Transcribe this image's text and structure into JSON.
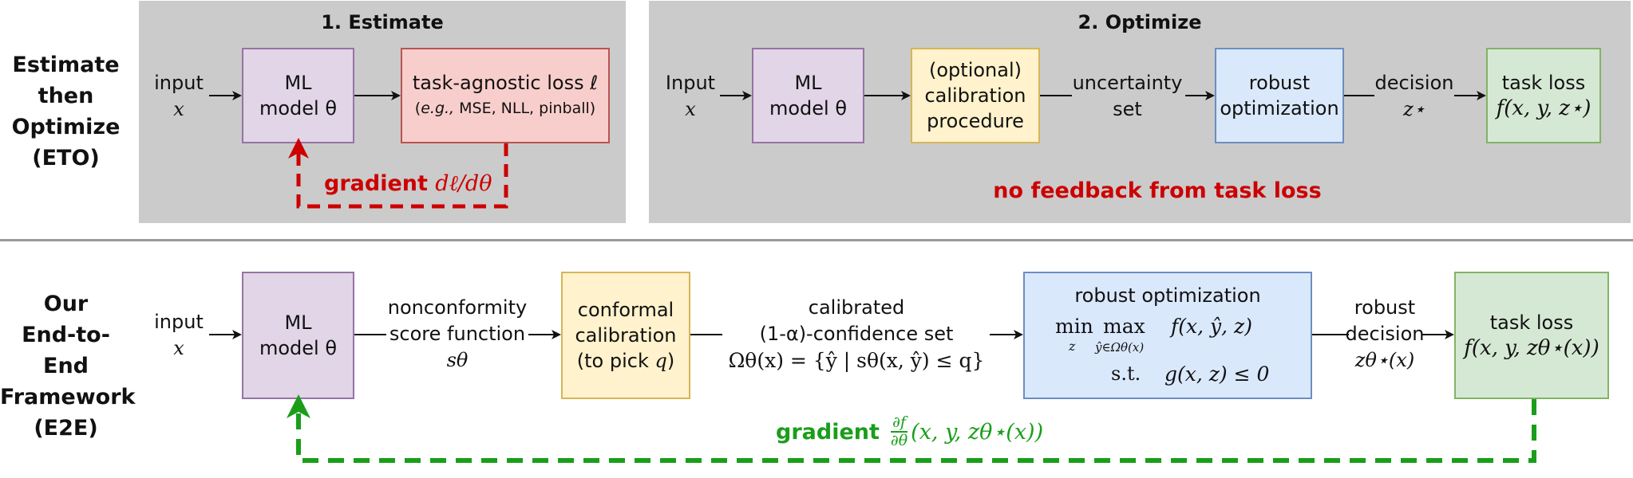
{
  "eto": {
    "row_title": [
      "Estimate",
      "then",
      "Optimize",
      "(ETO)"
    ],
    "estimate_panel": {
      "title": "1. Estimate",
      "input_label": "input",
      "input_var": "x",
      "ml_model_line1": "ML",
      "ml_model_line2": "model θ",
      "loss_line1": "task-agnostic loss ℓ",
      "loss_line2_eg": "e.g.,",
      "loss_line2_rest": " MSE, NLL, pinball)",
      "gradient_text": "gradient ",
      "gradient_math": "dℓ/dθ"
    },
    "optimize_panel": {
      "title": "2. Optimize",
      "input_label": "Input",
      "input_var": "x",
      "ml_model_line1": "ML",
      "ml_model_line2": "model θ",
      "calibration_lines": [
        "(optional)",
        "calibration",
        "procedure"
      ],
      "uncertainty_lines": [
        "uncertainty",
        "set"
      ],
      "robust_lines": [
        "robust",
        "optimization"
      ],
      "decision_label": "decision",
      "decision_var": "z⋆",
      "task_loss_label": "task loss",
      "task_loss_math": "f(x, y, z⋆)",
      "no_feedback": "no feedback from task loss"
    }
  },
  "e2e": {
    "row_title": [
      "Our",
      "End-to-End",
      "Framework",
      "(E2E)"
    ],
    "input_label": "input",
    "input_var": "x",
    "ml_model_line1": "ML",
    "ml_model_line2": "model θ",
    "score_lines": [
      "nonconformity",
      "score function"
    ],
    "score_var": "sθ",
    "conformal_lines": [
      "conformal",
      "calibration"
    ],
    "conformal_pick": "(to pick ",
    "conformal_pick_var": "q",
    "conformal_pick_end": ")",
    "calibrated_lines": [
      "calibrated",
      "(1-α)-confidence set"
    ],
    "calibrated_math": "Ωθ(x) = {ŷ | sθ(x, ŷ) ≤ q}",
    "robust_title": "robust optimization",
    "robust_min": "min",
    "robust_min_sub": "z",
    "robust_max": "max",
    "robust_max_sub": "ŷ∈Ωθ(x)",
    "robust_obj": "f(x, ŷ, z)",
    "robust_st": "s.t.",
    "robust_constraint": "g(x, z) ≤ 0",
    "robust_decision_lines": [
      "robust",
      "decision"
    ],
    "robust_decision_var": "zθ⋆(x)",
    "task_loss_label": "task loss",
    "task_loss_math": "f(x, y, zθ⋆(x))",
    "gradient_text": "gradient",
    "gradient_frac_num": "∂f",
    "gradient_frac_den": "∂θ",
    "gradient_rest": "(x, y, zθ⋆(x))"
  },
  "colors": {
    "panel_gray": "#cbcbcb",
    "red_feedback": "#cc0000",
    "green_feedback": "#1a9e1a",
    "arrow": "#111111"
  }
}
